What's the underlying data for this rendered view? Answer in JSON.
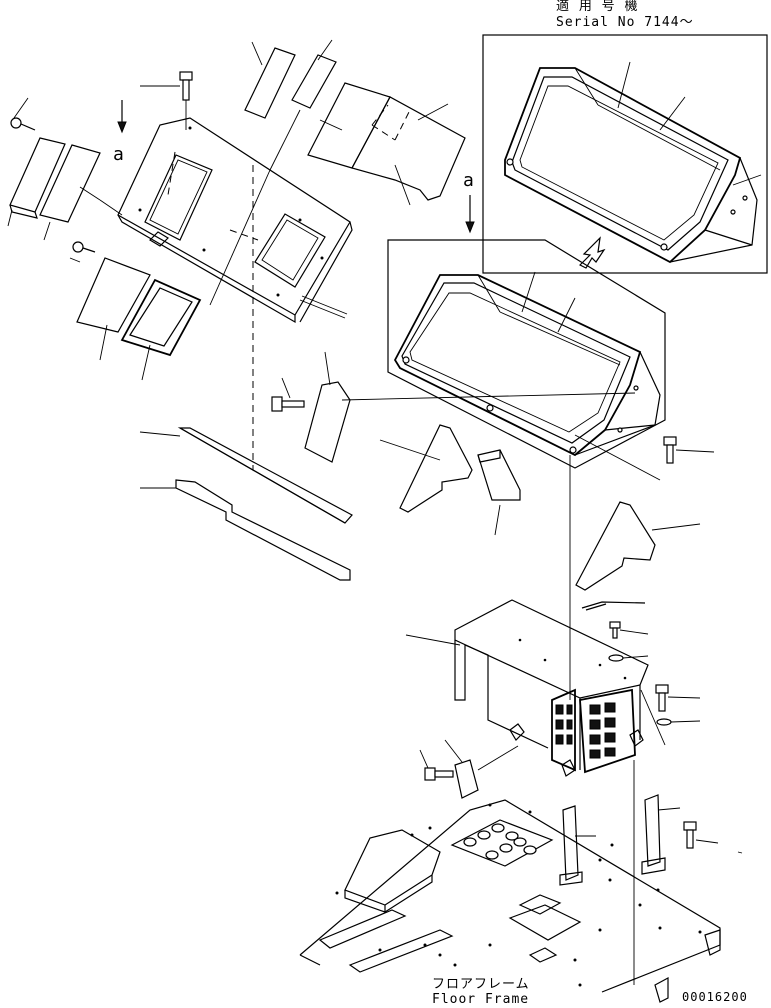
{
  "applicability": {
    "title_jp": "適 用 号 機",
    "serial": "Serial No 7144～"
  },
  "view_marks": {
    "left": "a",
    "right": "a"
  },
  "floor_frame": {
    "label_jp": "フロアフレーム",
    "label_en": "Floor Frame"
  },
  "drawing_number": "00016200"
}
